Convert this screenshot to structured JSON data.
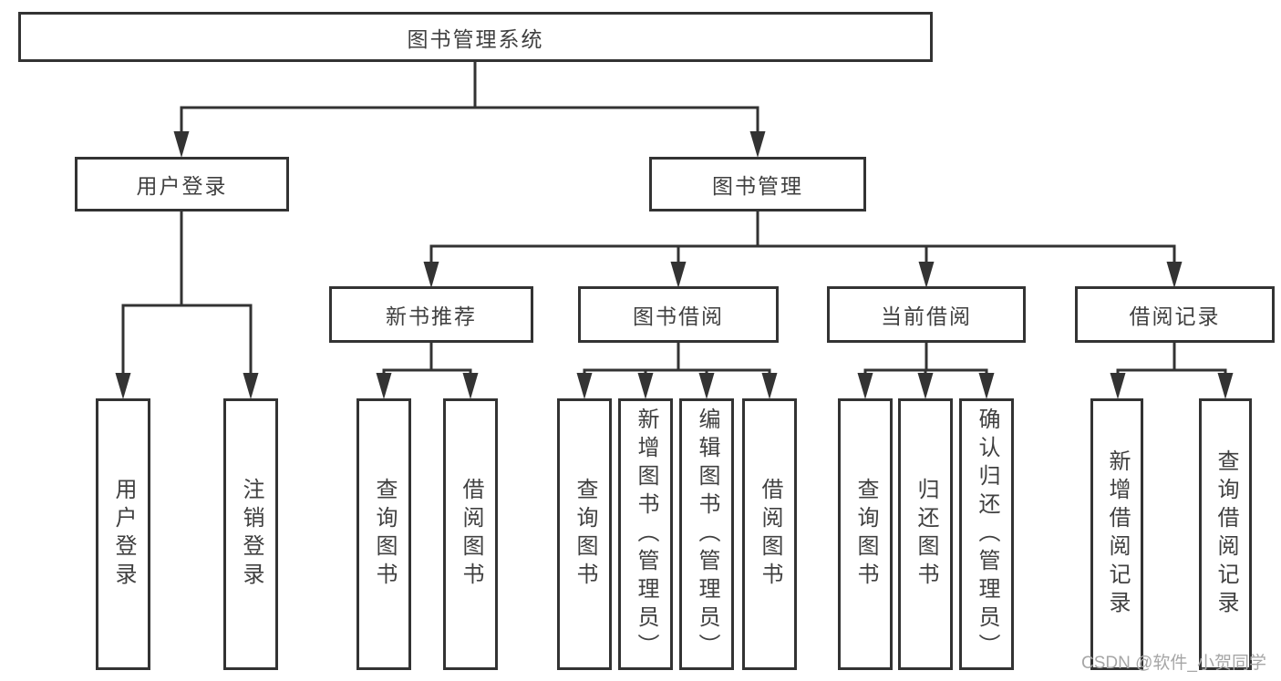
{
  "colors": {
    "line": "#333333",
    "node_text": "#404040",
    "background": "#ffffff",
    "watermark": "#a6a6a6"
  },
  "tree": {
    "label": "图书管理系统",
    "children": [
      {
        "label": "用户登录",
        "children": [
          {
            "label": "用户登录"
          },
          {
            "label": "注销登录"
          }
        ]
      },
      {
        "label": "图书管理",
        "children": [
          {
            "label": "新书推荐",
            "children": [
              {
                "label": "查询图书"
              },
              {
                "label": "借阅图书"
              }
            ]
          },
          {
            "label": "图书借阅",
            "children": [
              {
                "label": "查询图书"
              },
              {
                "label": "新增图书（管理员）"
              },
              {
                "label": "编辑图书（管理员）"
              },
              {
                "label": "借阅图书"
              }
            ]
          },
          {
            "label": "当前借阅",
            "children": [
              {
                "label": "查询图书"
              },
              {
                "label": "归还图书"
              },
              {
                "label": "确认归还（管理员）"
              }
            ]
          },
          {
            "label": "借阅记录",
            "children": [
              {
                "label": "新增借阅记录"
              },
              {
                "label": "查询借阅记录"
              }
            ]
          }
        ]
      }
    ]
  },
  "watermark": {
    "text": "CSDN @软件_小贺同学"
  }
}
